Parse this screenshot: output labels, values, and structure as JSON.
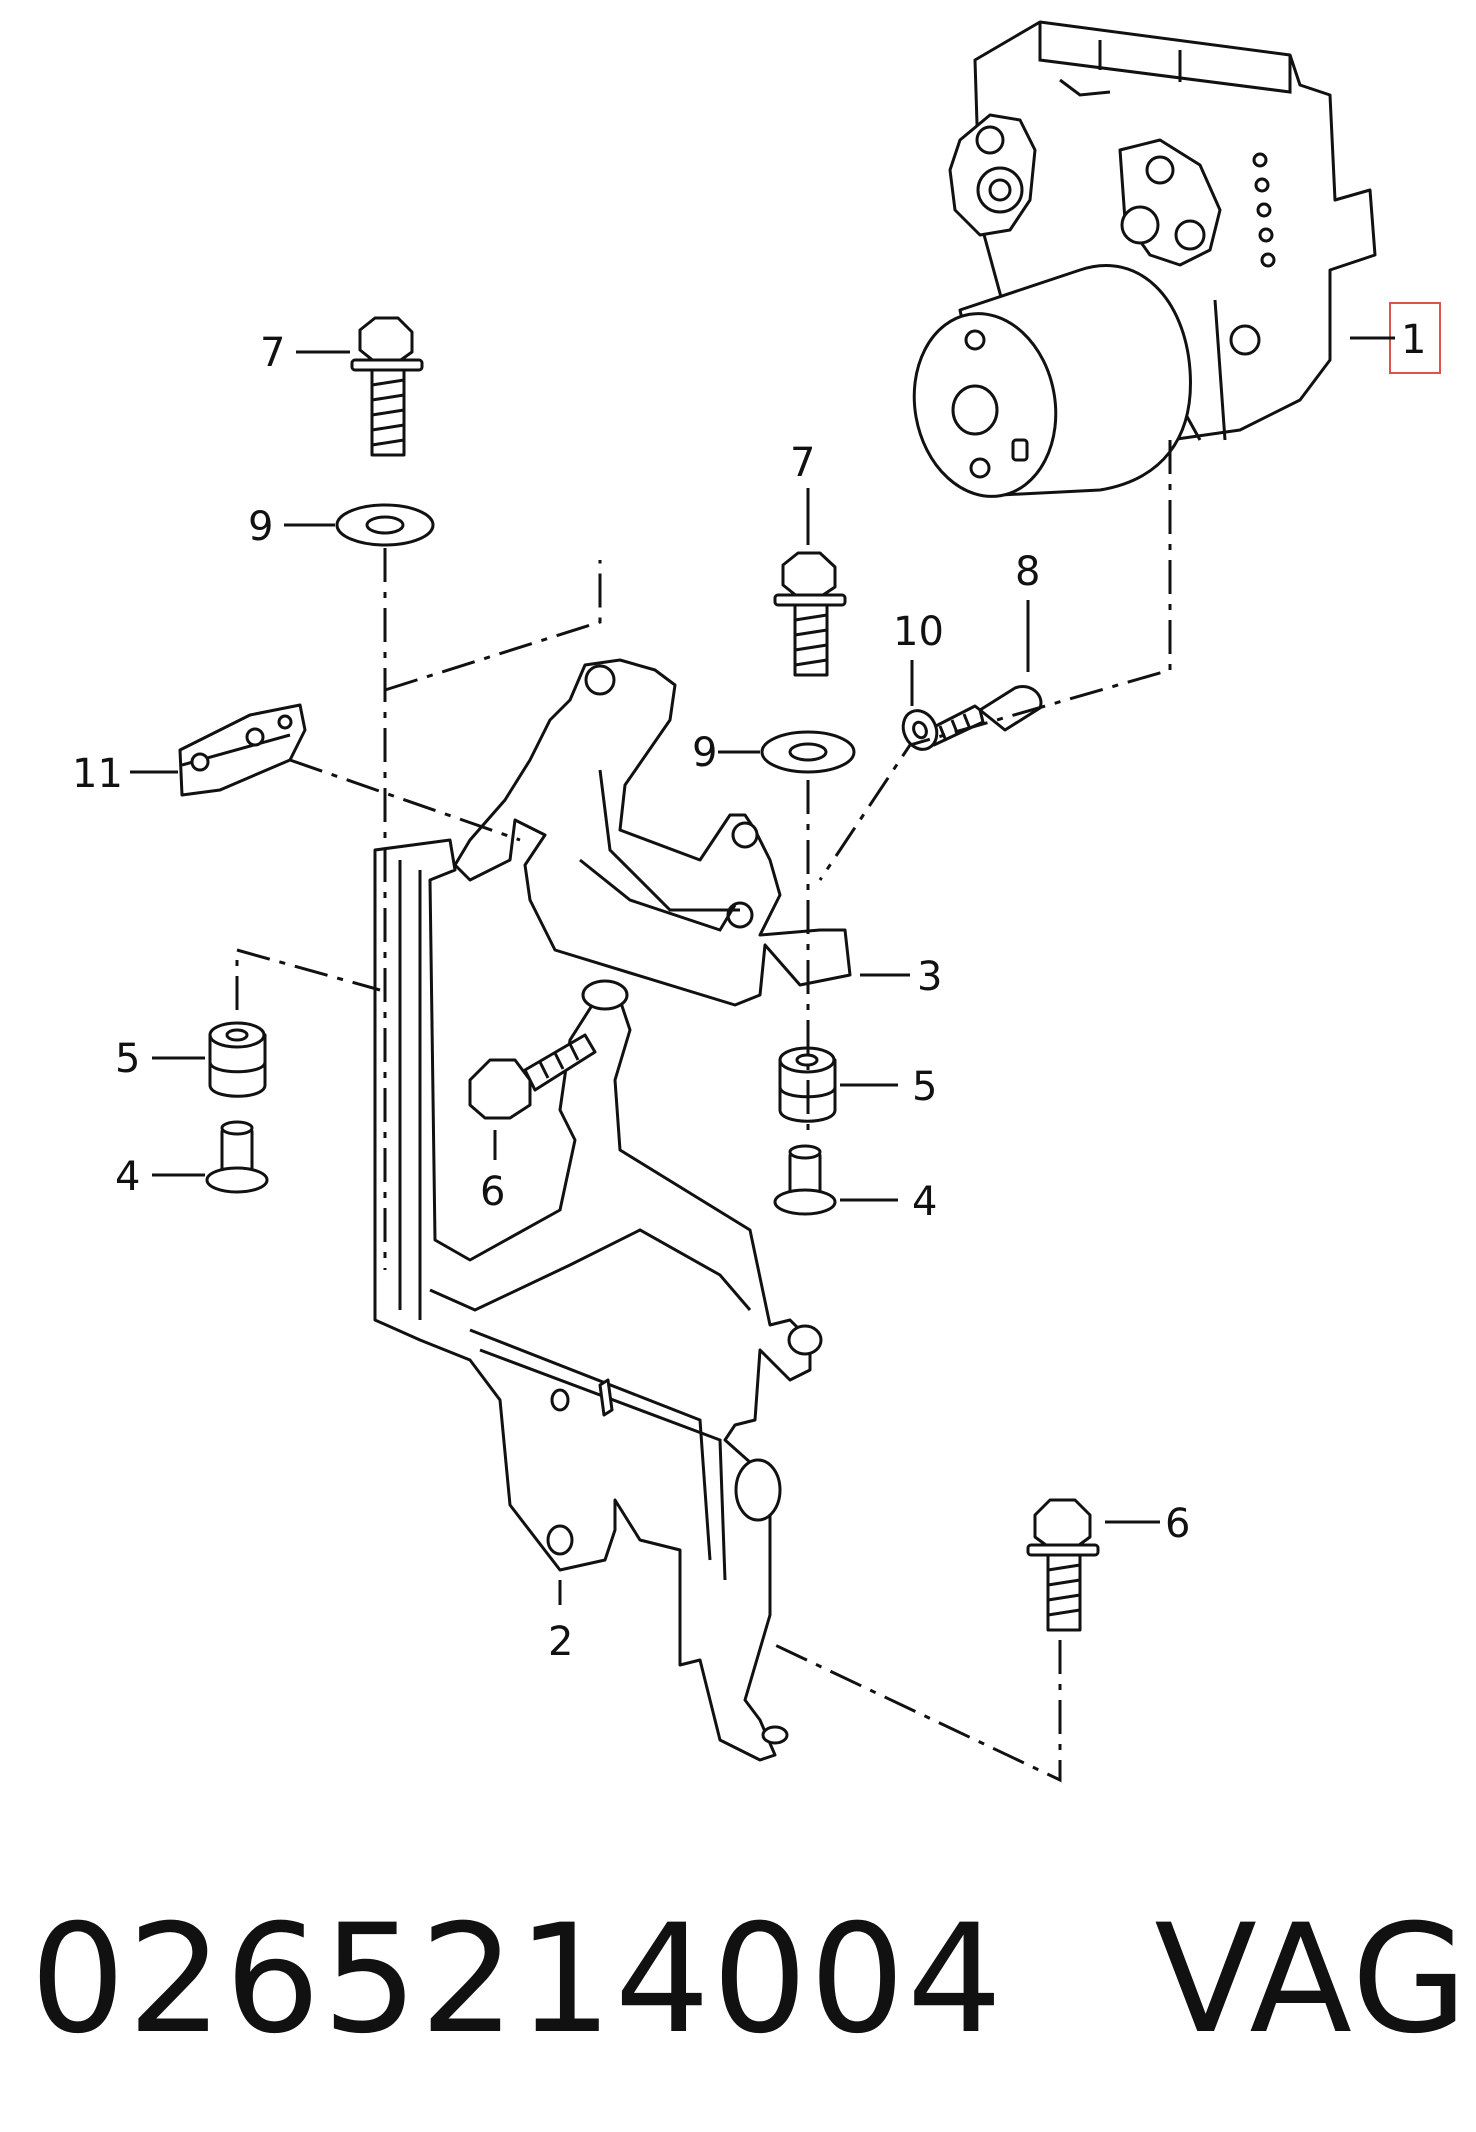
{
  "callouts": {
    "c1": "1",
    "c2": "2",
    "c3": "3",
    "c4a": "4",
    "c4b": "4",
    "c5a": "5",
    "c5b": "5",
    "c6a": "6",
    "c6b": "6",
    "c7a": "7",
    "c7b": "7",
    "c8": "8",
    "c9a": "9",
    "c9b": "9",
    "c10": "10",
    "c11": "11"
  },
  "footer": {
    "part_number": "0265214004",
    "brand": "VAG"
  },
  "colors": {
    "line": "#111111",
    "highlight_box": "#d9534f",
    "background": "#ffffff"
  }
}
